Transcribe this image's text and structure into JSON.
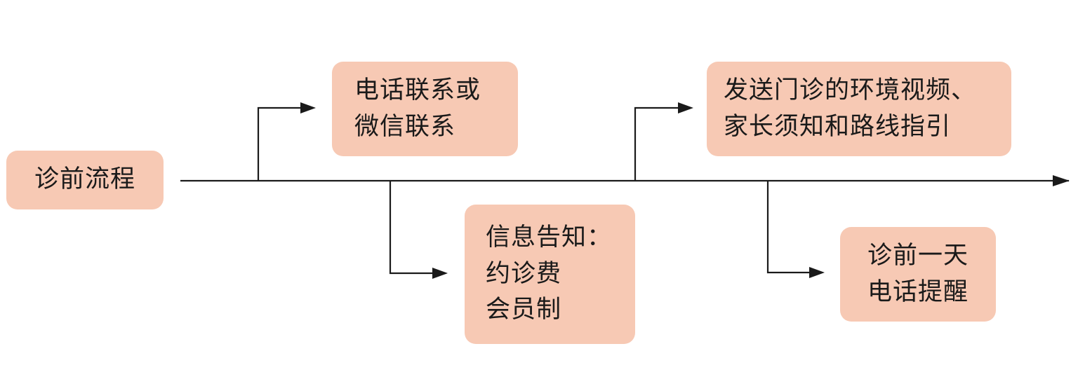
{
  "diagram": {
    "start": {
      "label": "诊前流程"
    },
    "contact": {
      "lines": [
        "电话联系或",
        "微信联系"
      ]
    },
    "info": {
      "lines": [
        "信息告知：",
        "约诊费",
        "会员制"
      ]
    },
    "send": {
      "lines": [
        "发送门诊的环境视频、",
        "家长须知和路线指引"
      ]
    },
    "remind": {
      "lines": [
        "诊前一天",
        "电话提醒"
      ]
    }
  },
  "colors": {
    "box_fill": "#f7c9b4",
    "line": "#1a1a1a",
    "text": "#1a1a1a"
  }
}
